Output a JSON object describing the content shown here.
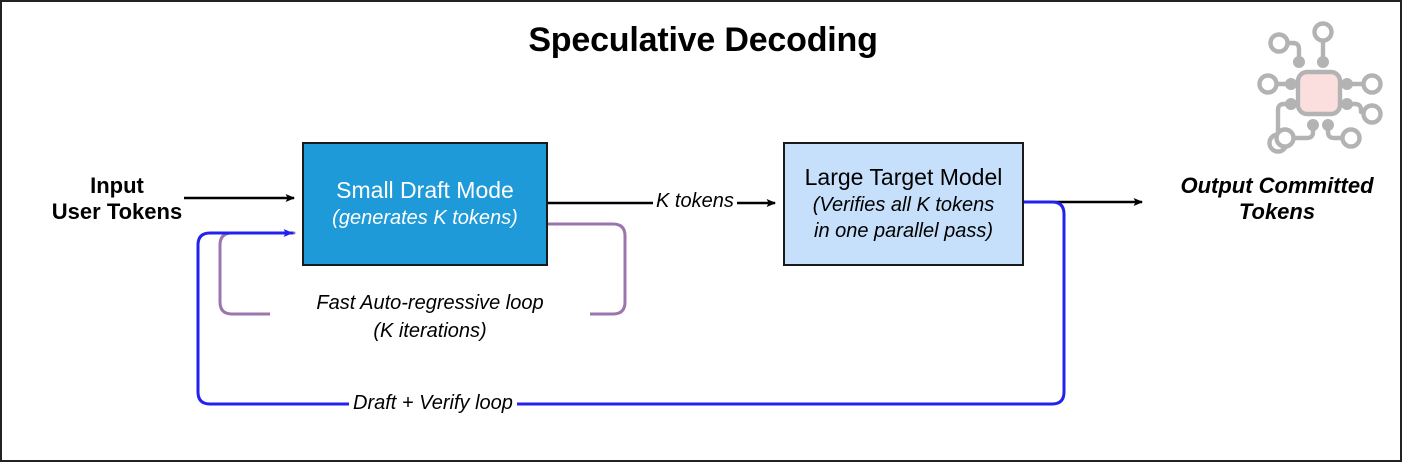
{
  "diagram": {
    "title": "Speculative Decoding",
    "nodes": [
      {
        "id": "draft",
        "title": "Small Draft Mode",
        "subtitle": "(generates K tokens)",
        "fill": "#1f9ad8",
        "text_color": "#ffffff"
      },
      {
        "id": "target",
        "title": "Large Target Model",
        "subtitle_line1": "(Verifies all K tokens",
        "subtitle_line2": "in one parallel pass)",
        "fill": "#c6e0fb",
        "text_color": "#000000"
      }
    ],
    "labels": {
      "input": "Input\nUser Tokens",
      "output": "Output Committed\nTokens",
      "k_tokens": "K tokens",
      "fast_loop": "Fast Auto-regressive loop\n(K iterations)",
      "verify_loop": "Draft + Verify loop"
    },
    "edges": [
      {
        "id": "input-to-draft",
        "label": "",
        "color": "#000000"
      },
      {
        "id": "draft-to-target",
        "label": "K tokens",
        "color": "#000000"
      },
      {
        "id": "target-to-output",
        "label": "",
        "color": "#000000"
      },
      {
        "id": "fast-auto-regressive-loop",
        "label": "Fast Auto-regressive loop (K iterations)",
        "color": "#9b76ad"
      },
      {
        "id": "draft-verify-loop",
        "label": "Draft + Verify loop",
        "color": "#2222ee"
      }
    ],
    "colors": {
      "draft_box": "#1f9ad8",
      "target_box": "#c6e0fb",
      "purple_loop": "#9b76ad",
      "blue_loop": "#2222ee",
      "arrow_black": "#000000",
      "chip_gray": "#b3b3b3",
      "chip_core": "#fbdede"
    },
    "icon": {
      "name": "cpu-chip-icon"
    }
  }
}
